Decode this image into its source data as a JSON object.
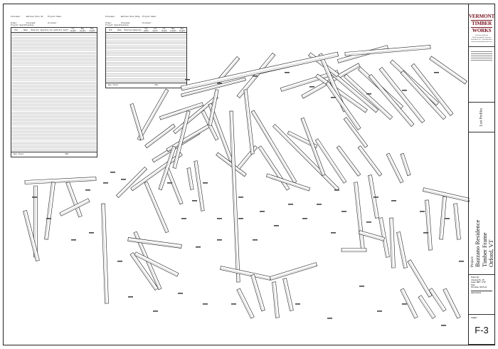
{
  "left_header": {
    "lines": [
      "Filename:",
      "Drawn:",
      "Date:",
      "Date:"
    ],
    "mid": [
      "Bazzano Rnce 02",
      "Filename",
      "Date",
      "SJ/7/2023"
    ],
    "right": [
      "Project Name:",
      "Customer:",
      "Project Number:",
      "Project Number:"
    ]
  },
  "right_header": {
    "lines": [
      "Filename:",
      "Drawn:",
      "Date:",
      "Date:"
    ],
    "mid": [
      "Bazzano Rnce Bldg",
      "Filename",
      "Date",
      "SJ/6/2023"
    ],
    "right": [
      "Project Name:",
      "Customer:",
      "Project Number:",
      "Project Number:"
    ]
  },
  "table_left": {
    "caption": "Project Specification",
    "cols": [
      "Pc#",
      "Name",
      "Material",
      "Quantity",
      "Cut width",
      "Cut depth",
      "Cut length",
      "Raw length",
      "Raw length"
    ],
    "footer_label": "Sum Total",
    "footer_value": "565"
  },
  "table_right": {
    "caption": "Project Specification",
    "cols": [
      "Pc#",
      "Name",
      "Material",
      "Quantity",
      "Cut width",
      "Cut depth",
      "Cut length",
      "Raw length",
      "Raw length"
    ],
    "footer_label": "Sum Total",
    "footer_value": "561"
  },
  "title_block": {
    "logo_lines": [
      "VERMONT",
      "TIMBER",
      "WORKS"
    ],
    "logo_address": [
      "36 Industrial Road",
      "North Springfield, Vermont",
      "802-886-1917 · 802-886-9318",
      "www.vermonttimberworks.com"
    ],
    "layer_label": "Lost Profiles",
    "project_prefix": "Project:",
    "project_name": "Bazzano Residence",
    "project_desc": "Timber Frame",
    "project_loc": "Orford, VT",
    "drawn_by_label": "Drawn By:",
    "checked_by_label": "Checked By:",
    "checked_by": "JB",
    "scale_label": "Scale:",
    "scale": "3/8\" = 1'-0\"",
    "date_label": "Date:",
    "plot_date_label": "Plot Date:",
    "plot_date": "08.05.20",
    "revision_label": "REVISIONS",
    "sheet_label": "SHEET",
    "sheet_number": "F-3"
  }
}
